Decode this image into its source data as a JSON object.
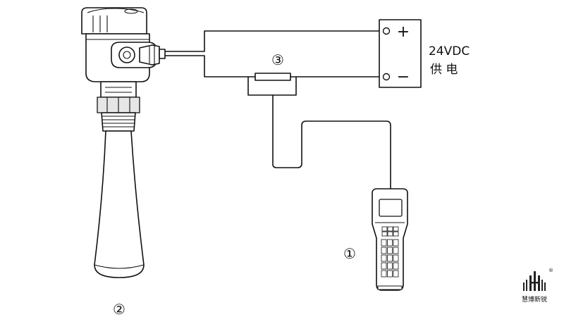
{
  "supply": {
    "voltage_label": "24VDC",
    "supply_label": "供 电",
    "plus_symbol": "+",
    "minus_symbol": "−"
  },
  "callouts": {
    "handheld": "①",
    "transmitter": "②",
    "resistor": "③"
  },
  "logo": {
    "text": "慧博新锐",
    "registered_mark": "®"
  }
}
